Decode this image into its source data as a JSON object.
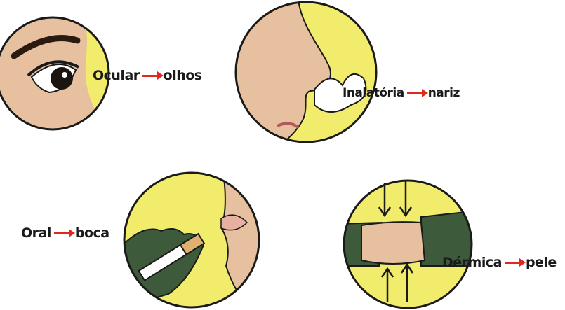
{
  "routes": [
    {
      "id": "ocular",
      "route": "Ocular",
      "organ": "olhos"
    },
    {
      "id": "inalatoria",
      "route": "Inalatória",
      "organ": "nariz"
    },
    {
      "id": "oral",
      "route": "Oral",
      "organ": "boca"
    },
    {
      "id": "dermica",
      "route": "Dérmica",
      "organ": "pele"
    }
  ],
  "colors": {
    "circle_fill": "#f2ec6c",
    "skin": "#e7c09f",
    "glove": "#3d5a3a",
    "outline": "#1a1a1a",
    "arrow": "#e0281e"
  }
}
